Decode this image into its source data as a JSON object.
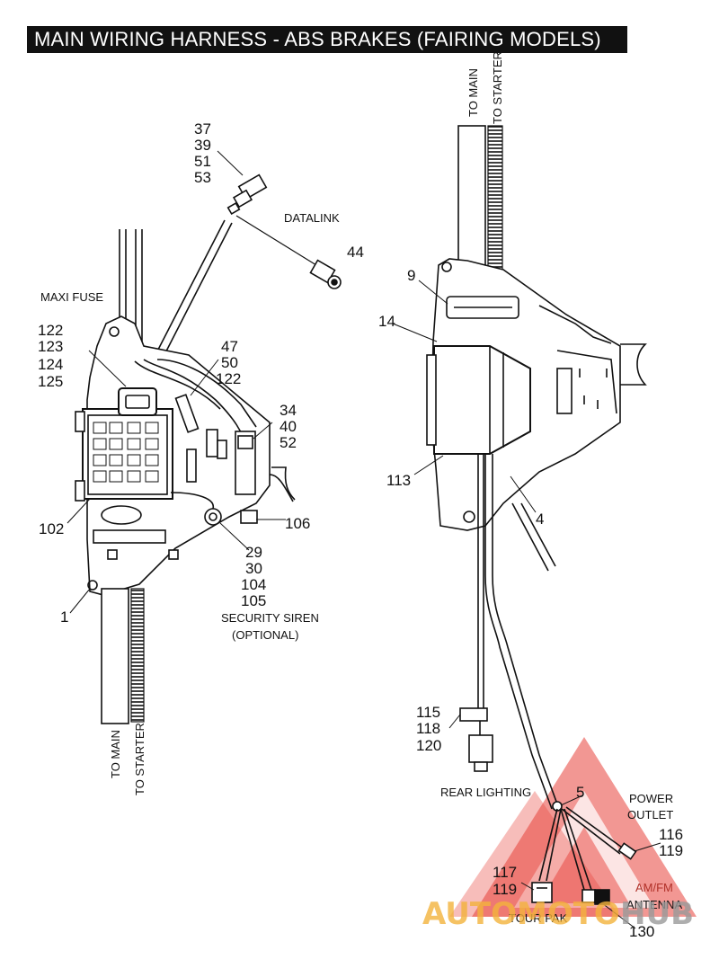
{
  "title": "MAIN WIRING HARNESS - ABS BRAKES (FAIRING MODELS)",
  "labels": {
    "to_main_top": "TO MAIN",
    "to_starter_top": "TO STARTER",
    "datalink": "DATALINK",
    "maxi_fuse": "MAXI FUSE",
    "security_siren": "SECURITY SIREN",
    "optional": "(OPTIONAL)",
    "to_main_bottom": "TO MAIN",
    "to_starter_bottom": "TO STARTER",
    "rear_lighting": "REAR LIGHTING",
    "power": "POWER",
    "outlet": "OUTLET",
    "am_fm": "AM/FM",
    "antenna": "ANTENNA",
    "tour_pak": "TOUR PAK"
  },
  "callouts": {
    "n37": "37",
    "n39": "39",
    "n51": "51",
    "n53": "53",
    "n44": "44",
    "n122a": "122",
    "n123": "123",
    "n124": "124",
    "n125": "125",
    "n47": "47",
    "n50": "50",
    "n122b": "122",
    "n34": "34",
    "n40": "40",
    "n52": "52",
    "n102": "102",
    "n106": "106",
    "n29": "29",
    "n30": "30",
    "n104": "104",
    "n105": "105",
    "n1": "1",
    "n9": "9",
    "n14": "14",
    "n113": "113",
    "n4": "4",
    "n115": "115",
    "n118": "118",
    "n120": "120",
    "n5": "5",
    "n116": "116",
    "n119a": "119",
    "n117": "117",
    "n119b": "119",
    "n130": "130"
  },
  "watermark": {
    "auto": "AUTO",
    "moto": "MOTO",
    "hub": "HUB"
  },
  "colors": {
    "ink": "#111111",
    "watermark_red": "#e8413a",
    "watermark_orange": "#f3b33d",
    "watermark_gray": "#9a9a9a"
  }
}
